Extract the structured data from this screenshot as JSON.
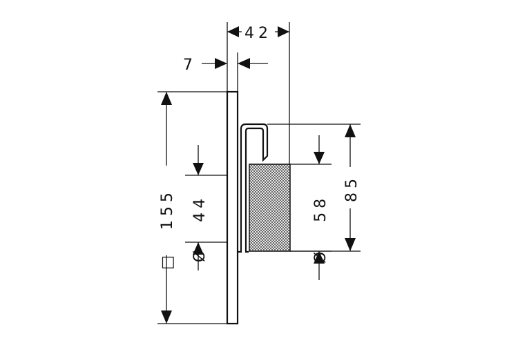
{
  "dimensions": {
    "projection": "42",
    "plate_thickness": "7",
    "plate_size": "155",
    "square_symbol": "□",
    "inner_diameter_value": "44",
    "inner_diameter_symbol": "Ø",
    "knob_diameter_value": "58",
    "knob_diameter_symbol": "Ø",
    "body_height": "85"
  }
}
